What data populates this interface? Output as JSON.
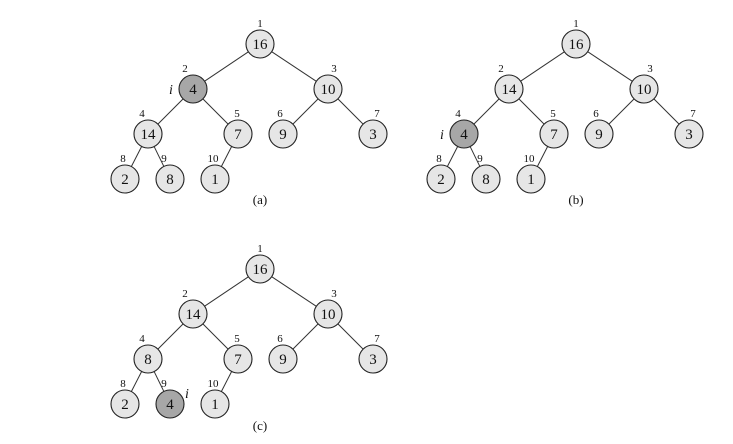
{
  "colors": {
    "node_fill": "#e6e6e6",
    "highlight_fill": "#a7a7a7",
    "stroke": "#222222"
  },
  "panels": [
    {
      "caption": "(a)",
      "marker_label": "i",
      "highlight_index": 2,
      "nodes": [
        {
          "index": "1",
          "value": "16"
        },
        {
          "index": "2",
          "value": "4"
        },
        {
          "index": "3",
          "value": "10"
        },
        {
          "index": "4",
          "value": "14"
        },
        {
          "index": "5",
          "value": "7"
        },
        {
          "index": "6",
          "value": "9"
        },
        {
          "index": "7",
          "value": "3"
        },
        {
          "index": "8",
          "value": "2"
        },
        {
          "index": "9",
          "value": "8"
        },
        {
          "index": "10",
          "value": "1"
        }
      ]
    },
    {
      "caption": "(b)",
      "marker_label": "i",
      "highlight_index": 4,
      "nodes": [
        {
          "index": "1",
          "value": "16"
        },
        {
          "index": "2",
          "value": "14"
        },
        {
          "index": "3",
          "value": "10"
        },
        {
          "index": "4",
          "value": "4"
        },
        {
          "index": "5",
          "value": "7"
        },
        {
          "index": "6",
          "value": "9"
        },
        {
          "index": "7",
          "value": "3"
        },
        {
          "index": "8",
          "value": "2"
        },
        {
          "index": "9",
          "value": "8"
        },
        {
          "index": "10",
          "value": "1"
        }
      ]
    },
    {
      "caption": "(c)",
      "marker_label": "i",
      "highlight_index": 9,
      "nodes": [
        {
          "index": "1",
          "value": "16"
        },
        {
          "index": "2",
          "value": "14"
        },
        {
          "index": "3",
          "value": "10"
        },
        {
          "index": "4",
          "value": "8"
        },
        {
          "index": "5",
          "value": "7"
        },
        {
          "index": "6",
          "value": "9"
        },
        {
          "index": "7",
          "value": "3"
        },
        {
          "index": "8",
          "value": "2"
        },
        {
          "index": "9",
          "value": "4"
        },
        {
          "index": "10",
          "value": "1"
        }
      ]
    }
  ]
}
